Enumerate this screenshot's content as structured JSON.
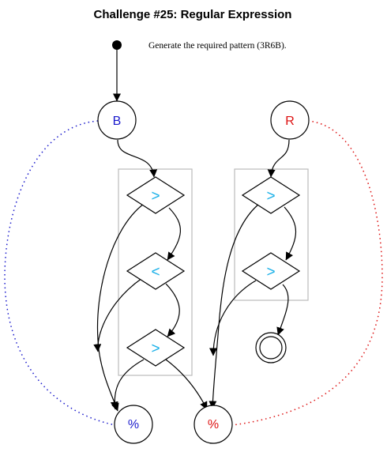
{
  "title": "Challenge #25: Regular Expression",
  "caption": "Generate the required pattern (3R6B).",
  "colors": {
    "blue": "#1a1acc",
    "red": "#dd1111",
    "arrow_glyph": "#1ab0e8",
    "stroke": "#000000",
    "cluster_border": "#bbbbbb"
  },
  "nodes": {
    "start": {
      "shape": "filled-dot"
    },
    "b_source": {
      "label": "B",
      "color": "blue"
    },
    "r_source": {
      "label": "R",
      "color": "red"
    },
    "left_cluster": [
      {
        "glyph": ">"
      },
      {
        "glyph": "<"
      },
      {
        "glyph": ">"
      }
    ],
    "right_cluster": [
      {
        "glyph": ">"
      },
      {
        "glyph": ">"
      }
    ],
    "accept": {
      "shape": "double-circle"
    },
    "b_sink": {
      "label": "%",
      "color": "blue"
    },
    "r_sink": {
      "label": "%",
      "color": "red"
    }
  }
}
